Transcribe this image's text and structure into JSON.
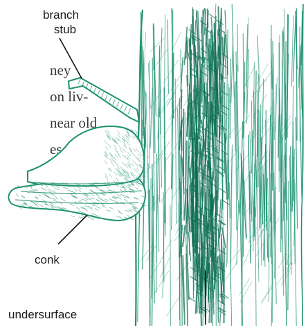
{
  "colors": {
    "ink": "#1e9170",
    "ink_dark": "#0f6e52",
    "text": "#1a1a1a",
    "body_text": "#3a3a3a",
    "background": "#ffffff"
  },
  "labels": {
    "branch_stub_line1": "branch",
    "branch_stub_line2": "stub",
    "conk": "conk",
    "undersurface": "undersurface"
  },
  "body_text": {
    "line1": "ney",
    "line2": "on liv-",
    "line3": "near old",
    "line4": "es"
  }
}
